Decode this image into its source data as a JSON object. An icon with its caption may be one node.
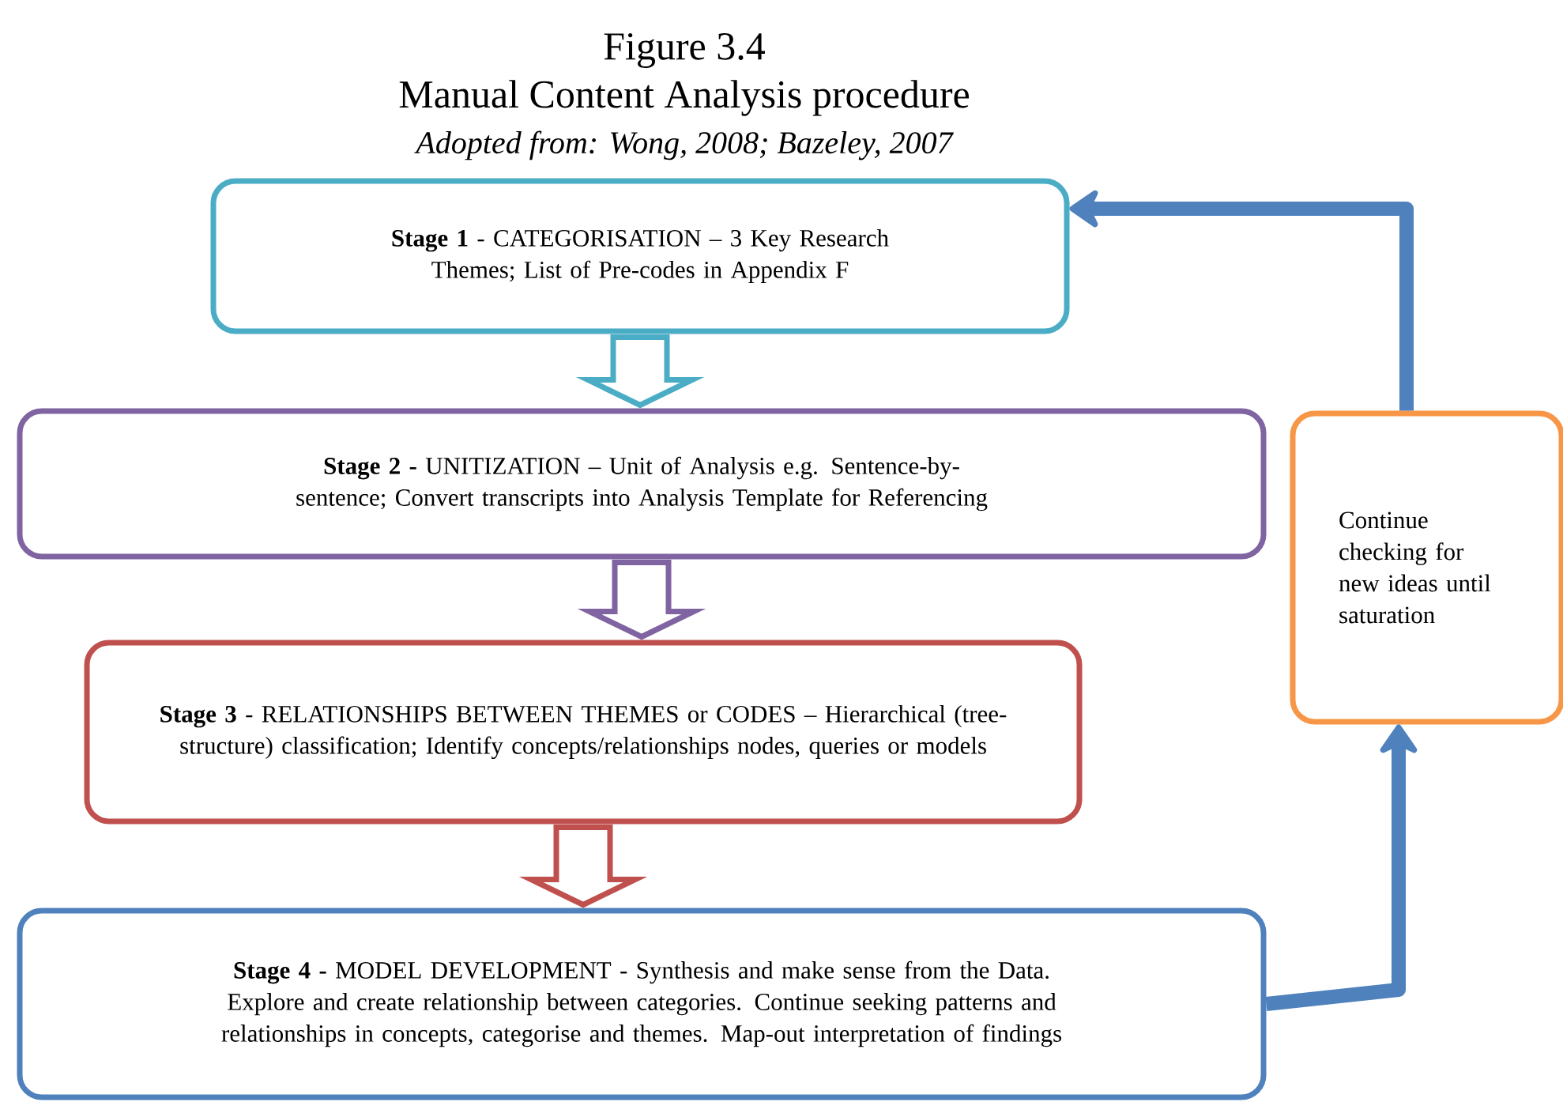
{
  "diagram": {
    "title": "Figure 3.4",
    "nodes": [
      {
        "text": [
          "**Stage 1** - CATEGORISATION – 3 Key Research Themes; List of Pre-codes in Appendix F"
        ]
      },
      {
        "text": [
          "**Stage 2 -** UNITIZATION – Unit of Analysis e.g. Sentence-by-sentence; Convert transcripts into Analysis Template for Referencing"
        ]
      },
      {
        "text": [
          "**Stage 3** - RELATIONSHIPS BETWEEN THEMES or CODES – Hierarchical (tree-structure) classification; Identify concepts/relationships nodes, queries or models"
        ]
      },
      {
        "text": [
          "**Stage 4 -** MODEL DEVELOPMENT - Synthesis and make sense from the Data. Explore and create relationship between categories. Continue seeking patterns and relationships in concepts, categorise and themes. Map-out interpretation of findings"
        ]
      },
      {
        "text": [
          "Continue checking for new ideas until saturation"
        ]
      }
    ],
    "edges": [
      {
        "from": 0,
        "to": 1,
        "arrow": "to",
        "color": "#4bacc6"
      },
      {
        "from": 1,
        "to": 2,
        "arrow": "to",
        "color": "#8064a2"
      },
      {
        "from": 2,
        "to": 3,
        "arrow": "to",
        "color": "#c0504d"
      },
      {
        "from": 3,
        "to": 4,
        "arrow": "to"
      },
      {
        "from": 4,
        "to": 0,
        "arrow": "to"
      }
    ],
    "labels": [
      "Manual Content Analysis procedure",
      "Adopted from: Wong, 2008; Bazeley, 2007"
    ]
  }
}
